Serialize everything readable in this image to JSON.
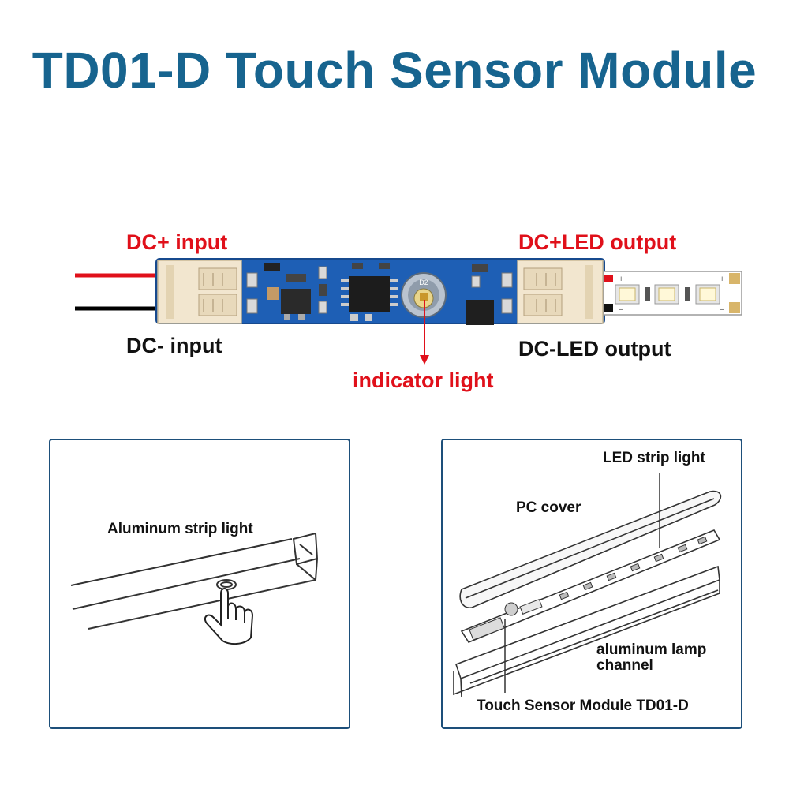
{
  "title": "TD01-D Touch Sensor Module",
  "module_labels": {
    "dc_plus_input": "DC+ input",
    "dc_minus_input": "DC- input",
    "dc_plus_led_output": "DC+LED output",
    "dc_minus_led_output": "DC-LED output",
    "indicator_light": "indicator light",
    "led_designator": "D2"
  },
  "left_panel": {
    "label": "Aluminum strip light"
  },
  "right_panel": {
    "led_strip_light": "LED strip light",
    "pc_cover": "PC cover",
    "aluminum_lamp_channel_line1": "aluminum lamp",
    "aluminum_lamp_channel_line2": "channel",
    "touch_sensor_module": "Touch Sensor Module TD01-D"
  },
  "colors": {
    "title": "#17648f",
    "label_red": "#e0101a",
    "pcb_blue": "#1e5fb5",
    "connector": "#f2e6cf",
    "panel_border": "#1d4f7a"
  }
}
